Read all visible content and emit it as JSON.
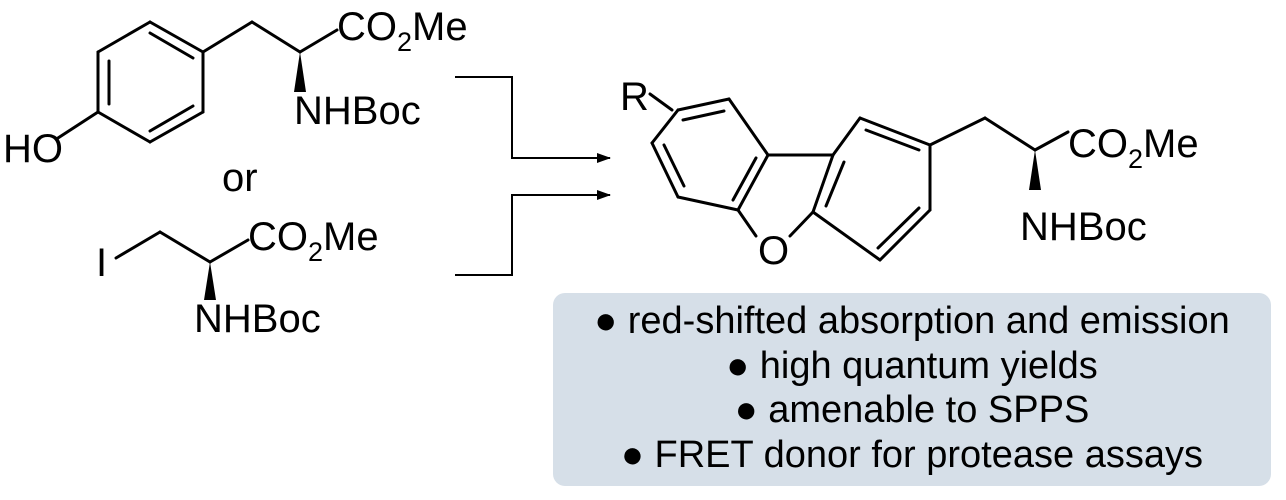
{
  "starting_material_1": {
    "ho_label": "HO",
    "ester_label": "CO",
    "ester_subscript": "2",
    "ester_suffix": "Me",
    "amine_label": "NHBoc"
  },
  "connector_label": "or",
  "starting_material_2": {
    "iodo_label": "I",
    "ester_label": "CO",
    "ester_subscript": "2",
    "ester_suffix": "Me",
    "amine_label": "NHBoc"
  },
  "product": {
    "r_label": "R",
    "oxygen_label": "O",
    "ester_label": "CO",
    "ester_subscript": "2",
    "ester_suffix": "Me",
    "amine_label": "NHBoc"
  },
  "features": [
    "● red-shifted absorption and emission",
    "● high quantum yields",
    "● amenable to SPPS",
    "● FRET donor for protease assays"
  ],
  "colors": {
    "feature_box": "#d6dfe8",
    "ink": "#000000"
  }
}
